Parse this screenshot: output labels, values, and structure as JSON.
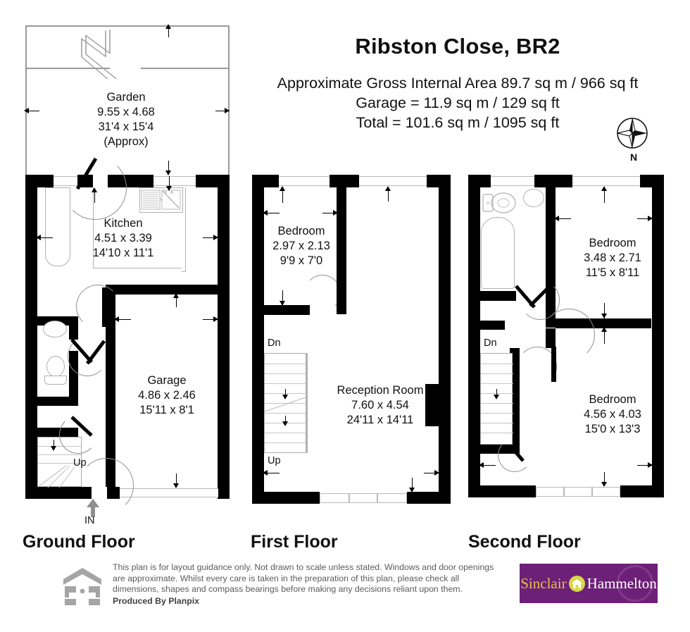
{
  "header": {
    "title": "Ribston Close, BR2",
    "area_lines": [
      "Approximate Gross Internal Area 89.7 sq m / 966 sq ft",
      "Garage = 11.9 sq m / 129 sq ft",
      "Total = 101.6 sq m / 1095 sq ft"
    ]
  },
  "compass": {
    "label": "N",
    "icon": "compass-rose-icon"
  },
  "floors": [
    {
      "id": "ground",
      "title": "Ground Floor",
      "rooms": [
        {
          "name": "Garden",
          "metric": "9.55 x 4.68",
          "imperial": "31'4 x 15'4",
          "note": "(Approx)"
        },
        {
          "name": "Kitchen",
          "metric": "4.51 x 3.39",
          "imperial": "14'10 x 11'1"
        },
        {
          "name": "Garage",
          "metric": "4.86 x 2.46",
          "imperial": "15'11 x 8'1"
        }
      ],
      "markers": [
        "Up",
        "IN"
      ]
    },
    {
      "id": "first",
      "title": "First Floor",
      "rooms": [
        {
          "name": "Bedroom",
          "metric": "2.97 x 2.13",
          "imperial": "9'9 x 7'0"
        },
        {
          "name": "Reception Room",
          "metric": "7.60 x 4.54",
          "imperial": "24'11 x 14'11"
        }
      ],
      "markers": [
        "Dn",
        "Up"
      ]
    },
    {
      "id": "second",
      "title": "Second Floor",
      "rooms": [
        {
          "name": "Bedroom",
          "metric": "3.48 x 2.71",
          "imperial": "11'5 x 8'11"
        },
        {
          "name": "Bedroom",
          "metric": "4.56 x 4.03",
          "imperial": "15'0 x 13'3"
        }
      ],
      "markers": [
        "Dn"
      ]
    }
  ],
  "footer": {
    "disclaimer": "This plan is for layout guidance only. Not drawn to scale unless stated. Windows and door openings are approximate. Whilst every care is taken in the preparation of this plan, please check all dimensions, shapes and compass bearings before making any decisions reliant upon them.",
    "produced_by": "Produced By Planpix",
    "agent_name_part1": "Sinclair",
    "agent_name_part2": "Hammelton"
  },
  "colors": {
    "wall": "#000000",
    "fixture_stroke": "#b0b0b0",
    "text": "#111111",
    "brand_purple": "#6d2077",
    "brand_gold": "#e8c14a",
    "brand_yellow": "#d8d84a"
  }
}
